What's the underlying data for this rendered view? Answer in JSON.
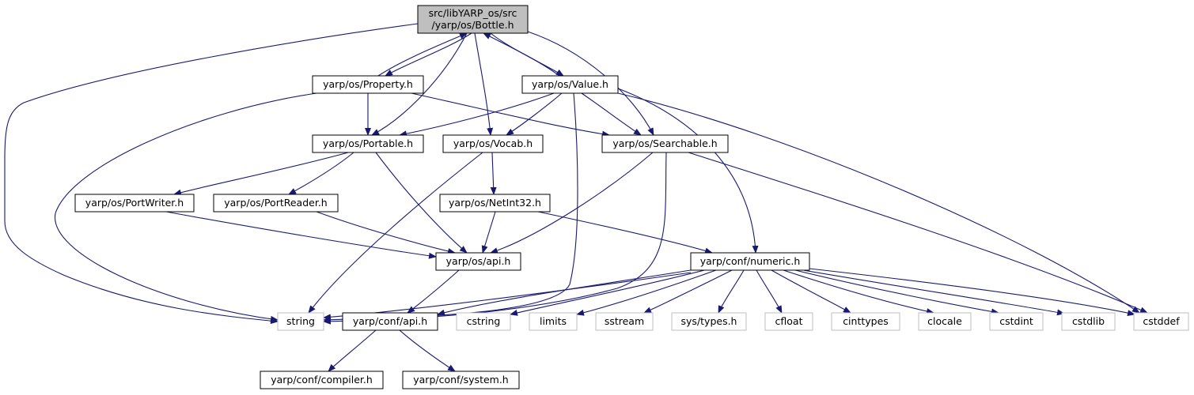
{
  "colors": {
    "edge": "#191970",
    "node_border": "#000000",
    "external_border": "#bfbfbf",
    "root_fill": "#bfbfbf",
    "node_fill": "#ffffff"
  },
  "nodes": [
    {
      "id": "bottle",
      "lines": [
        "src/libYARP_os/src",
        "/yarp/os/Bottle.h"
      ],
      "kind": "root"
    },
    {
      "id": "property",
      "lines": [
        "yarp/os/Property.h"
      ],
      "kind": "header"
    },
    {
      "id": "value",
      "lines": [
        "yarp/os/Value.h"
      ],
      "kind": "header"
    },
    {
      "id": "portable",
      "lines": [
        "yarp/os/Portable.h"
      ],
      "kind": "header"
    },
    {
      "id": "vocab",
      "lines": [
        "yarp/os/Vocab.h"
      ],
      "kind": "header"
    },
    {
      "id": "searchable",
      "lines": [
        "yarp/os/Searchable.h"
      ],
      "kind": "header"
    },
    {
      "id": "portwriter",
      "lines": [
        "yarp/os/PortWriter.h"
      ],
      "kind": "header"
    },
    {
      "id": "portreader",
      "lines": [
        "yarp/os/PortReader.h"
      ],
      "kind": "header"
    },
    {
      "id": "netint32",
      "lines": [
        "yarp/os/NetInt32.h"
      ],
      "kind": "header"
    },
    {
      "id": "osapi",
      "lines": [
        "yarp/os/api.h"
      ],
      "kind": "header"
    },
    {
      "id": "numeric",
      "lines": [
        "yarp/conf/numeric.h"
      ],
      "kind": "header"
    },
    {
      "id": "string",
      "lines": [
        "string"
      ],
      "kind": "external"
    },
    {
      "id": "confapi",
      "lines": [
        "yarp/conf/api.h"
      ],
      "kind": "header"
    },
    {
      "id": "cstring",
      "lines": [
        "cstring"
      ],
      "kind": "external"
    },
    {
      "id": "limits",
      "lines": [
        "limits"
      ],
      "kind": "external"
    },
    {
      "id": "sstream",
      "lines": [
        "sstream"
      ],
      "kind": "external"
    },
    {
      "id": "systypes",
      "lines": [
        "sys/types.h"
      ],
      "kind": "external"
    },
    {
      "id": "cfloat",
      "lines": [
        "cfloat"
      ],
      "kind": "external"
    },
    {
      "id": "cinttypes",
      "lines": [
        "cinttypes"
      ],
      "kind": "external"
    },
    {
      "id": "clocale",
      "lines": [
        "clocale"
      ],
      "kind": "external"
    },
    {
      "id": "cstdint",
      "lines": [
        "cstdint"
      ],
      "kind": "external"
    },
    {
      "id": "cstdlib",
      "lines": [
        "cstdlib"
      ],
      "kind": "external"
    },
    {
      "id": "cstddef",
      "lines": [
        "cstddef"
      ],
      "kind": "external"
    },
    {
      "id": "compiler",
      "lines": [
        "yarp/conf/compiler.h"
      ],
      "kind": "header"
    },
    {
      "id": "system",
      "lines": [
        "yarp/conf/system.h"
      ],
      "kind": "header"
    }
  ],
  "edges": [
    {
      "from": "bottle",
      "to": "property"
    },
    {
      "from": "property",
      "to": "bottle"
    },
    {
      "from": "bottle",
      "to": "value"
    },
    {
      "from": "value",
      "to": "bottle"
    },
    {
      "from": "bottle",
      "to": "portable"
    },
    {
      "from": "bottle",
      "to": "vocab"
    },
    {
      "from": "bottle",
      "to": "searchable"
    },
    {
      "from": "bottle",
      "to": "string"
    },
    {
      "from": "property",
      "to": "portable"
    },
    {
      "from": "property",
      "to": "searchable"
    },
    {
      "from": "property",
      "to": "string"
    },
    {
      "from": "value",
      "to": "portable"
    },
    {
      "from": "value",
      "to": "vocab"
    },
    {
      "from": "value",
      "to": "searchable"
    },
    {
      "from": "value",
      "to": "string"
    },
    {
      "from": "value",
      "to": "numeric"
    },
    {
      "from": "value",
      "to": "cstddef"
    },
    {
      "from": "portable",
      "to": "portwriter"
    },
    {
      "from": "portable",
      "to": "portreader"
    },
    {
      "from": "portable",
      "to": "osapi"
    },
    {
      "from": "vocab",
      "to": "netint32"
    },
    {
      "from": "vocab",
      "to": "string"
    },
    {
      "from": "searchable",
      "to": "osapi"
    },
    {
      "from": "searchable",
      "to": "string"
    },
    {
      "from": "searchable",
      "to": "cstddef"
    },
    {
      "from": "portwriter",
      "to": "osapi"
    },
    {
      "from": "portreader",
      "to": "osapi"
    },
    {
      "from": "netint32",
      "to": "osapi"
    },
    {
      "from": "netint32",
      "to": "numeric"
    },
    {
      "from": "osapi",
      "to": "confapi"
    },
    {
      "from": "numeric",
      "to": "confapi"
    },
    {
      "from": "numeric",
      "to": "string"
    },
    {
      "from": "numeric",
      "to": "cstring"
    },
    {
      "from": "numeric",
      "to": "limits"
    },
    {
      "from": "numeric",
      "to": "sstream"
    },
    {
      "from": "numeric",
      "to": "systypes"
    },
    {
      "from": "numeric",
      "to": "cfloat"
    },
    {
      "from": "numeric",
      "to": "cinttypes"
    },
    {
      "from": "numeric",
      "to": "clocale"
    },
    {
      "from": "numeric",
      "to": "cstdint"
    },
    {
      "from": "numeric",
      "to": "cstdlib"
    },
    {
      "from": "numeric",
      "to": "cstddef"
    },
    {
      "from": "confapi",
      "to": "compiler"
    },
    {
      "from": "confapi",
      "to": "system"
    }
  ]
}
